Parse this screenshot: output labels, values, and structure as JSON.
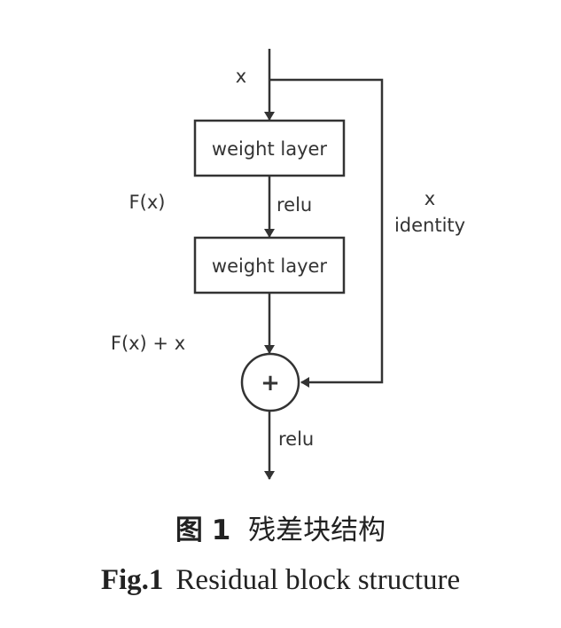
{
  "diagram": {
    "input_label": "x",
    "layer1_label": "weight layer",
    "relu1_label": "relu",
    "fx_label": "F(x)",
    "layer2_label": "weight layer",
    "identity_x_label": "x",
    "identity_label": "identity",
    "sum_label": "F(x) + x",
    "plus_symbol": "+",
    "relu2_label": "relu"
  },
  "caption": {
    "cn_prefix": "图",
    "cn_number": "1",
    "cn_title": "残差块结构",
    "en_prefix": "Fig.1",
    "en_title": "Residual block structure"
  },
  "colors": {
    "stroke": "#333333",
    "background": "#ffffff"
  }
}
